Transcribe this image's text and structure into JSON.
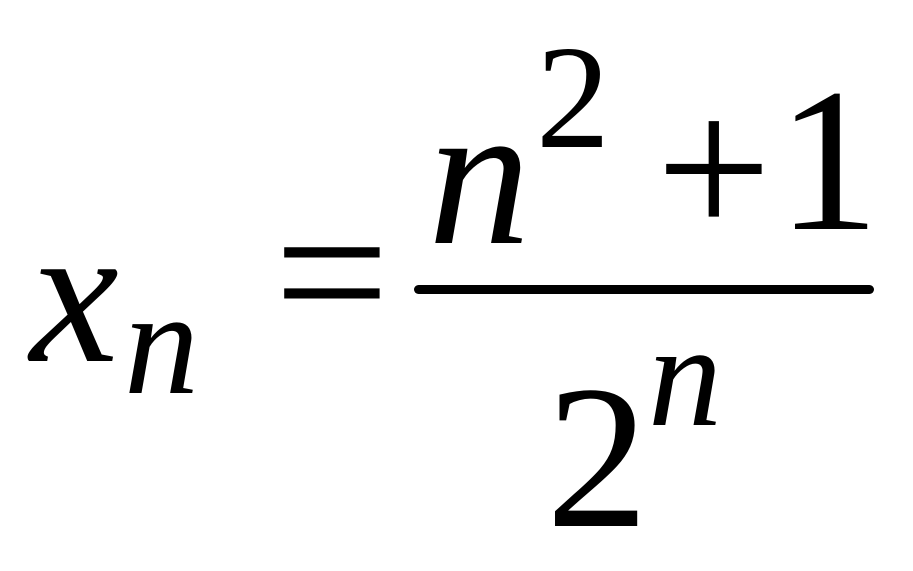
{
  "formula": {
    "lhs": {
      "variable": "x",
      "subscript": "n"
    },
    "relation": "=",
    "numerator": {
      "base": "n",
      "exponent": "2",
      "operator": "+",
      "constant": "1"
    },
    "denominator": {
      "base": "2",
      "exponent": "n"
    }
  }
}
